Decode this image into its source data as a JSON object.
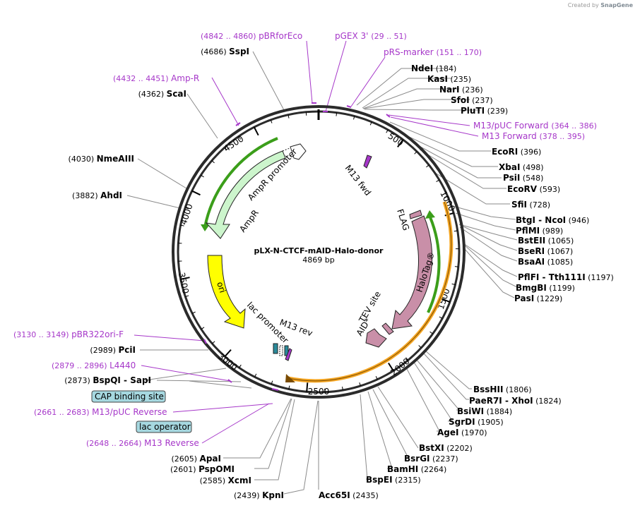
{
  "credit": {
    "prefix": "Created by",
    "brand": "SnapGene"
  },
  "plasmid": {
    "name": "pLX-N-CTCF-mAID-Halo-donor",
    "length_label": "4869 bp"
  },
  "tick_labels": [
    "500",
    "1000",
    "1500",
    "2000",
    "2500",
    "3000",
    "3500",
    "4000",
    "4500"
  ],
  "features": {
    "ampr": "AmpR",
    "ampr_promoter": "AmpR promoter",
    "ori": "ori",
    "lac_promoter": "lac promoter",
    "m13_rev": "M13 rev",
    "m13_fwd": "M13 fwd",
    "flag": "FLAG",
    "halotag": "HaloTag®",
    "tev": "TEV site",
    "aid": "AID*"
  },
  "sites": [
    {
      "name": "NdeI",
      "pos": "(184)"
    },
    {
      "name": "KasI",
      "pos": "(235)"
    },
    {
      "name": "NarI",
      "pos": "(236)"
    },
    {
      "name": "SfoI",
      "pos": "(237)"
    },
    {
      "name": "PluTI",
      "pos": "(239)"
    },
    {
      "name": "EcoRI",
      "pos": "(396)"
    },
    {
      "name": "XbaI",
      "pos": "(498)"
    },
    {
      "name": "PsiI",
      "pos": "(548)"
    },
    {
      "name": "EcoRV",
      "pos": "(593)"
    },
    {
      "name": "SfiI",
      "pos": "(728)"
    },
    {
      "name": "BtgI",
      "name2": "NcoI",
      "pos": "(946)"
    },
    {
      "name": "PflMI",
      "pos": "(989)"
    },
    {
      "name": "BstEII",
      "pos": "(1065)"
    },
    {
      "name": "BseRI",
      "pos": "(1067)"
    },
    {
      "name": "BsaAI",
      "pos": "(1085)"
    },
    {
      "name": "PflFI",
      "name2": "Tth111I",
      "pos": "(1197)"
    },
    {
      "name": "BmgBI",
      "pos": "(1199)"
    },
    {
      "name": "PasI",
      "pos": "(1229)"
    },
    {
      "name": "BssHII",
      "pos": "(1806)"
    },
    {
      "name": "PaeR7I",
      "name2": "XhoI",
      "pos": "(1824)"
    },
    {
      "name": "BsiWI",
      "pos": "(1884)"
    },
    {
      "name": "SgrDI",
      "pos": "(1905)"
    },
    {
      "name": "AgeI",
      "pos": "(1970)"
    },
    {
      "name": "BstXI",
      "pos": "(2202)"
    },
    {
      "name": "BsrGI",
      "pos": "(2237)"
    },
    {
      "name": "BamHI",
      "pos": "(2264)"
    },
    {
      "name": "BspEI",
      "pos": "(2315)"
    },
    {
      "name": "Acc65I",
      "pos": "(2435)"
    },
    {
      "name": "KpnI",
      "pos": "(2439)"
    },
    {
      "name": "XcmI",
      "pos": "(2585)"
    },
    {
      "name": "PspOMI",
      "pos": "(2601)"
    },
    {
      "name": "ApaI",
      "pos": "(2605)"
    },
    {
      "name": "BspQI",
      "name2": "SapI",
      "pos": "(2873)"
    },
    {
      "name": "PciI",
      "pos": "(2989)"
    },
    {
      "name": "AhdI",
      "pos": "(3882)"
    },
    {
      "name": "NmeAIII",
      "pos": "(4030)"
    },
    {
      "name": "ScaI",
      "pos": "(4362)"
    },
    {
      "name": "SspI",
      "pos": "(4686)"
    }
  ],
  "primers": [
    {
      "range": "(4842 .. 4860)",
      "name": "pBRforEco"
    },
    {
      "range": "(29 .. 51)",
      "name": "pGEX 3'"
    },
    {
      "range": "(151 .. 170)",
      "name": "pRS-marker"
    },
    {
      "range": "(364 .. 386)",
      "name": "M13/pUC Forward"
    },
    {
      "range": "(378 .. 395)",
      "name": "M13 Forward"
    },
    {
      "range": "(4432 .. 4451)",
      "name": "Amp-R"
    },
    {
      "range": "(3130 .. 3149)",
      "name": "pBR322ori-F"
    },
    {
      "range": "(2879 .. 2896)",
      "name": "L4440"
    },
    {
      "range": "(2661 .. 2683)",
      "name": "M13/pUC Reverse"
    },
    {
      "range": "(2648 .. 2664)",
      "name": "M13 Reverse"
    }
  ],
  "boxed": {
    "cap": "CAP binding site",
    "lac": "lac operator"
  },
  "colors": {
    "primer": "#a637c9",
    "ampr": "#ccf5cc",
    "ori": "#ffff00",
    "halo": "#c98fa8",
    "orange": "#f5a623",
    "green": "#3b9e1a",
    "boxfill": "#a6d8e0"
  }
}
